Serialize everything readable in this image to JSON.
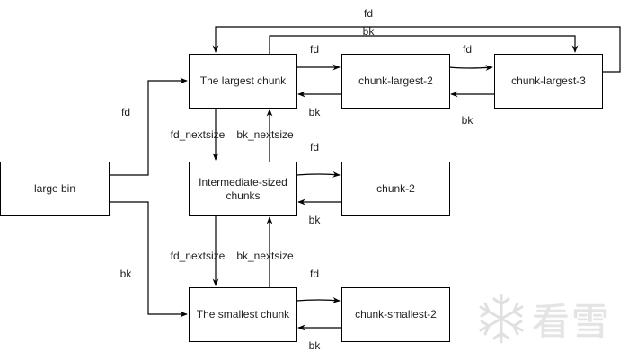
{
  "diagram": {
    "nodes": {
      "large_bin": "large bin",
      "largest": "The largest chunk",
      "largest_2": "chunk-largest-2",
      "largest_3": "chunk-largest-3",
      "intermediate": "Intermediate-sized chunks",
      "chunk_2": "chunk-2",
      "smallest": "The smallest chunk",
      "smallest_2": "chunk-smallest-2"
    },
    "edge_labels": {
      "top_fd": "fd",
      "top_bk": "bk",
      "largest_to_2_fd": "fd",
      "largest2_to_largest_bk": "bk",
      "largest2_to_3_fd": "fd",
      "largest3_to_2_bk": "bk",
      "bin_fd": "fd",
      "bin_bk": "bk",
      "fd_nextsize_1": "fd_nextsize",
      "bk_nextsize_1": "bk_nextsize",
      "inter_to_chunk2_fd": "fd",
      "chunk2_to_inter_bk": "bk",
      "fd_nextsize_2": "fd_nextsize",
      "bk_nextsize_2": "bk_nextsize",
      "smallest_to_2_fd": "fd",
      "smallest2_to_smallest_bk": "bk"
    }
  },
  "watermark": {
    "text": "看雪",
    "icon": "snowflake-icon"
  }
}
